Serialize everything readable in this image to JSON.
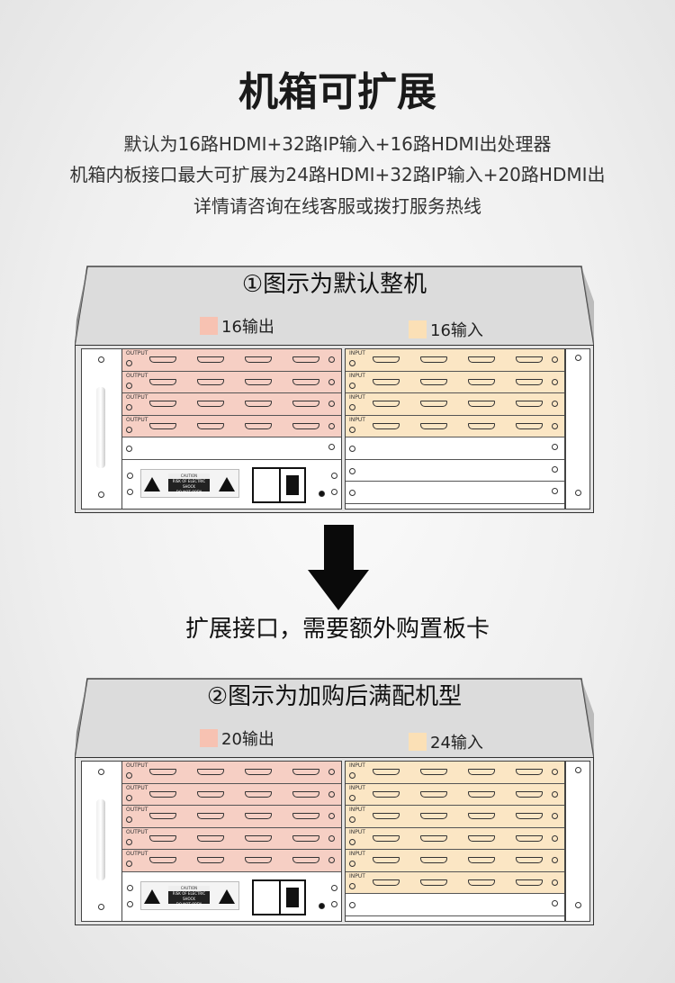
{
  "header": {
    "title": "机箱可扩展",
    "lines": [
      "默认为16路HDMI+32路IP输入+16路HDMI出处理器",
      "机箱内板接口最大可扩展为24路HDMI+32路IP输入+20路HDMI出",
      "详情请咨询在线客服或拨打服务热线"
    ]
  },
  "colors": {
    "output": "#f6cfc4",
    "input": "#fbe6c4",
    "output_swatch": "#f7c2b2",
    "input_swatch": "#fbe0b6"
  },
  "chassis": [
    {
      "title": "①图示为默认整机",
      "output_legend": "16输出",
      "input_legend": "16输入",
      "output_cards": 4,
      "input_cards": 4,
      "left_blank": 1,
      "right_blank": 3
    },
    {
      "title": "②图示为加购后满配机型",
      "output_legend": "20输出",
      "input_legend": "24输入",
      "output_cards": 5,
      "input_cards": 6,
      "left_blank": 0,
      "right_blank": 1
    }
  ],
  "card_labels": {
    "output": "OUTPUT",
    "input": "INPUT"
  },
  "caution": {
    "title": "CAUTION",
    "line1": "RISK OF ELECTRIC SHOCK",
    "line2": "DO NOT OPEN"
  },
  "arrow_note": "扩展接口，需要额外购置板卡"
}
